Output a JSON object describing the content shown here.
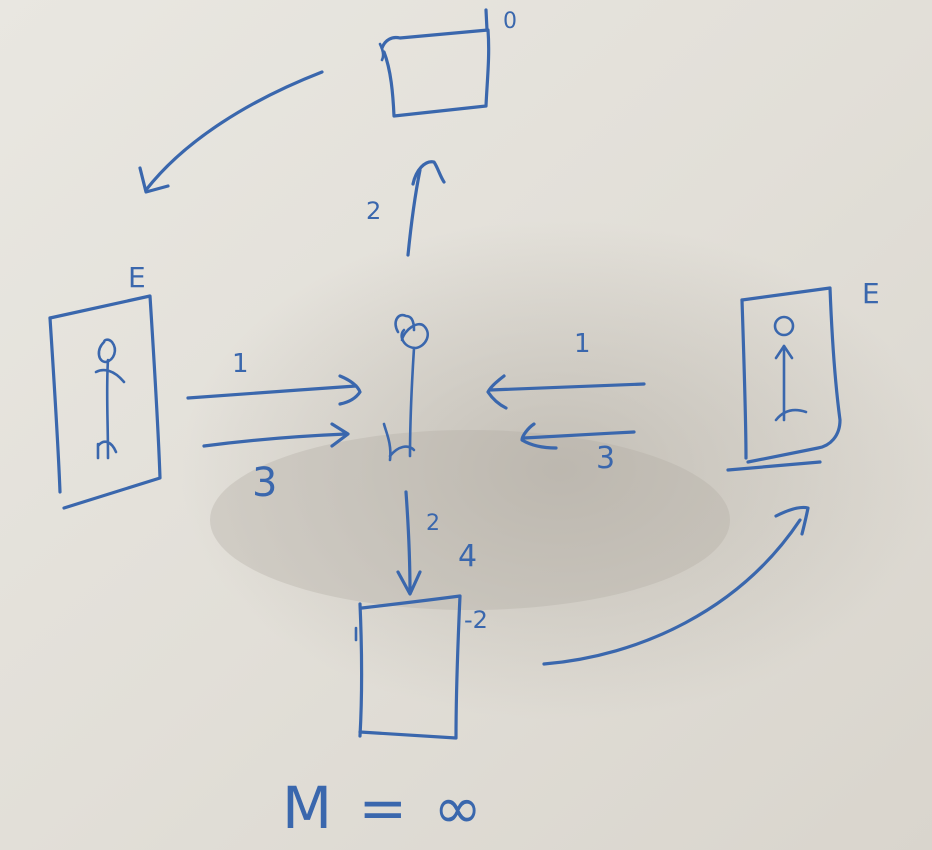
{
  "colors": {
    "ink": "#3a67ad",
    "board_light": "#ecebe6",
    "board_shadow": "#bdb8b0"
  },
  "labels": {
    "top_mirror_mark": "0",
    "upper_arrow_number": "2",
    "left_mirror_mark": "E",
    "right_mirror_mark": "E",
    "left_arrow_top": "1",
    "left_arrow_bottom": "3",
    "right_arrow_top": "1",
    "right_arrow_bottom": "3",
    "lower_arrow_number_a": "2",
    "lower_arrow_number_b": "4",
    "bottom_mirror_mark": "-2",
    "equation": "M = ∞"
  }
}
